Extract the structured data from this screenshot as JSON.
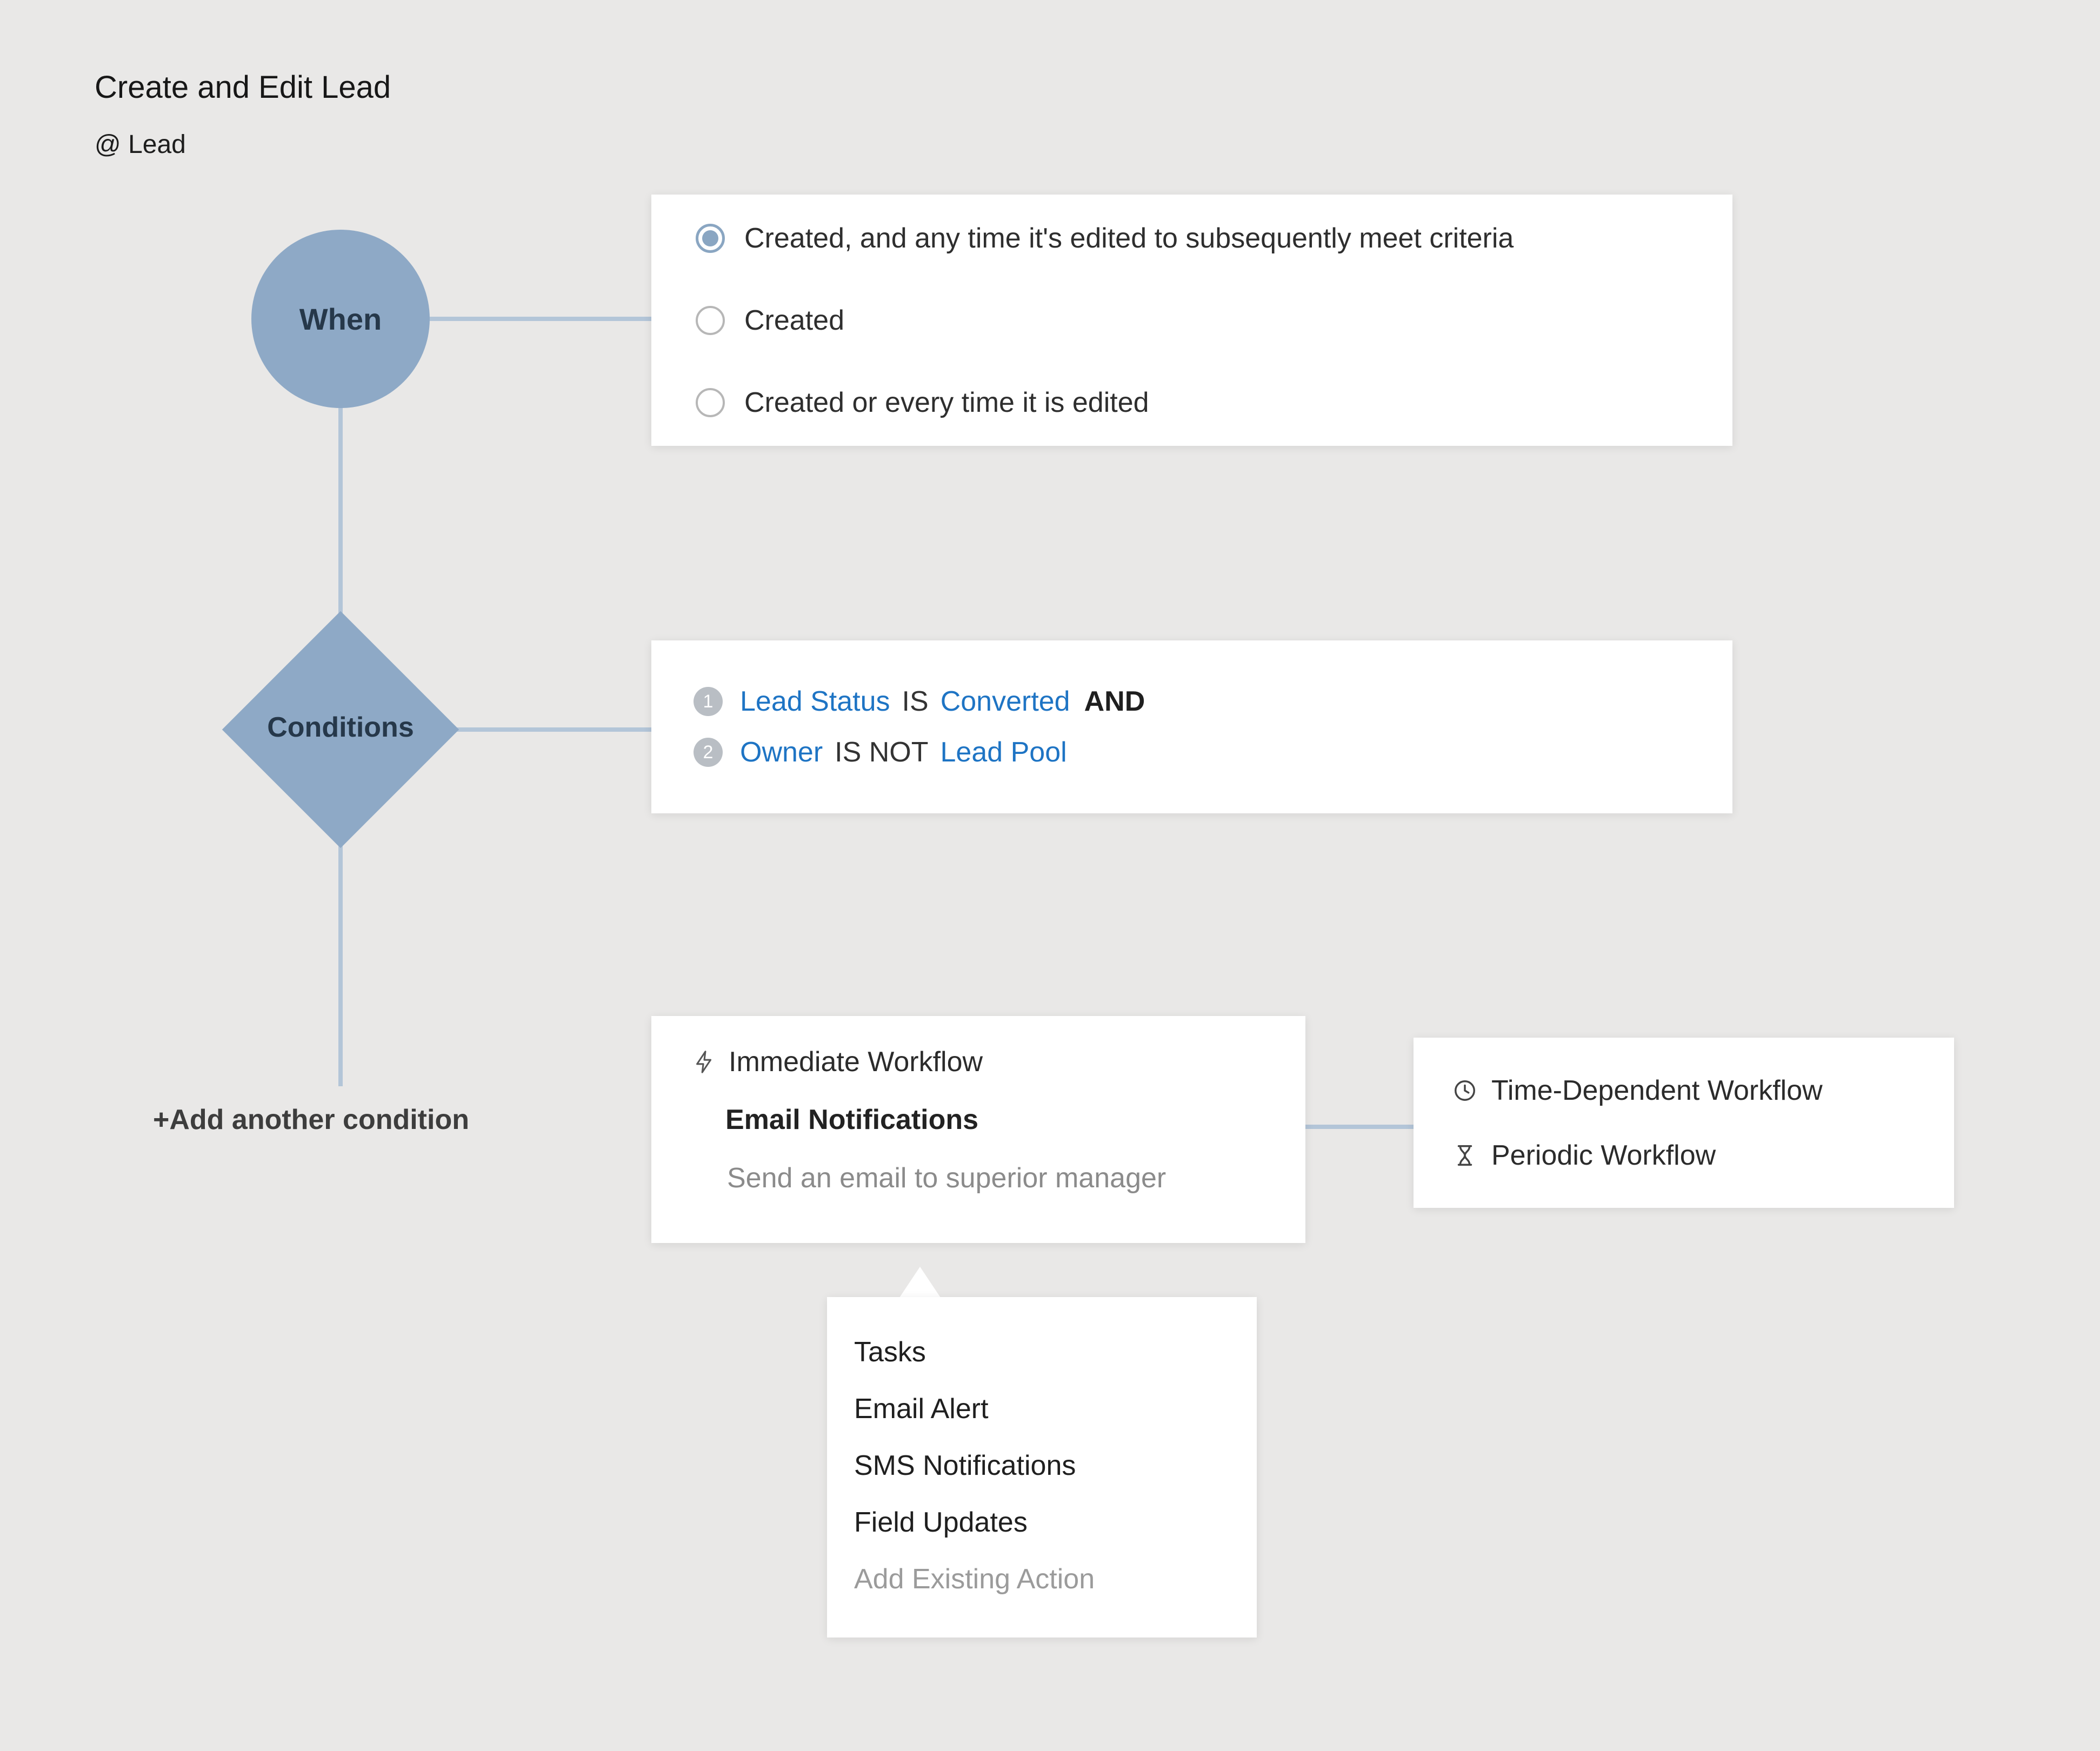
{
  "page": {
    "title": "Create and Edit Lead",
    "subtitle": "@ Lead"
  },
  "when": {
    "node_label": "When",
    "options": [
      {
        "label": "Created, and any time it's edited to subsequently meet criteria",
        "selected": true
      },
      {
        "label": "Created",
        "selected": false
      },
      {
        "label": "Created or every time it is edited",
        "selected": false
      }
    ]
  },
  "conditions": {
    "node_label": "Conditions",
    "rows": [
      {
        "num": "1",
        "field": "Lead Status",
        "operator": "IS",
        "value": "Converted",
        "conjunction": "AND"
      },
      {
        "num": "2",
        "field": "Owner",
        "operator": "IS NOT",
        "value": "Lead Pool",
        "conjunction": ""
      }
    ],
    "add_condition_label": "+Add another condition"
  },
  "instant_workflow": {
    "icon": "lightning-icon",
    "title": "Immediate Workflow",
    "category": "Email Notifications",
    "action": "Send an email to superior manager"
  },
  "scheduled_workflows": {
    "items": [
      {
        "icon": "clock-icon",
        "label": "Time-Dependent Workflow"
      },
      {
        "icon": "hourglass-icon",
        "label": "Periodic Workflow"
      }
    ]
  },
  "action_menu": {
    "items": [
      {
        "label": "Tasks",
        "enabled": true
      },
      {
        "label": "Email Alert",
        "enabled": true
      },
      {
        "label": "SMS Notifications",
        "enabled": true
      },
      {
        "label": "Field Updates",
        "enabled": true
      },
      {
        "label": "Add Existing Action",
        "enabled": false
      }
    ]
  },
  "colors": {
    "node_fill": "#8ea9c6",
    "connector": "#b3c5d8",
    "link": "#1e74c4",
    "background": "#e9e8e7"
  }
}
